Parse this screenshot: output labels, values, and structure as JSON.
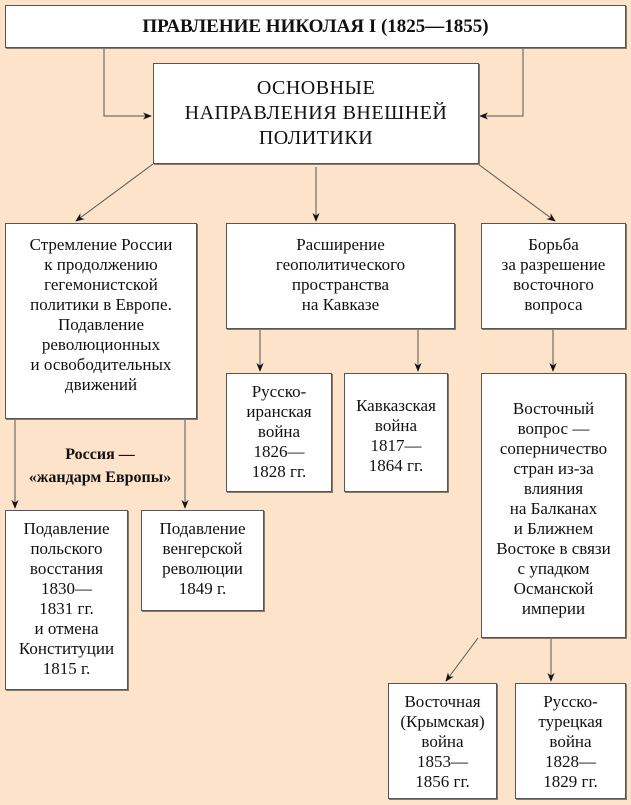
{
  "title": "ПРАВЛЕНИЕ НИКОЛАЯ I (1825—1855)",
  "center": "ОСНОВНЫЕ\nНАПРАВЛЕНИЯ ВНЕШНЕЙ\nПОЛИТИКИ",
  "directions": {
    "europe": "Стремление России\nк продолжению\nгегемонистской\nполитики в Европе.\nПодавление\nреволюционных\nи освободительных\nдвижений",
    "caucasus": "Расширение\nгеополитического\nпространства\nна Кавказе",
    "eastern": "Борьба\nза разрешение\nвосточного\nвопроса"
  },
  "gendarme_label": "Россия —\n«жандарм Европы»",
  "events": {
    "polish": "Подавление\nпольского\nвосстания\n1830—\n1831 гг.\nи отмена\nКонституции\n1815 г.",
    "hungarian": "Подавление\nвенгерской\nреволюции\n1849 г.",
    "persian": "Русско-\nиранская\nвойна\n1826—\n1828 гг.",
    "caucasian_war": "Кавказская\nвойна\n1817—\n1864 гг.",
    "eastern_question": "Восточный\nвопрос —\nсоперничество\nстран из-за\nвлияния\nна Балканах\nи Ближнем\nВостоке в связи\nс упадком\nОсманской\nимперии",
    "crimean": "Восточная\n(Крымская)\nвойна\n1853—\n1856 гг.",
    "turkish": "Русско-\nтурецкая\nвойна\n1828—\n1829 гг."
  }
}
